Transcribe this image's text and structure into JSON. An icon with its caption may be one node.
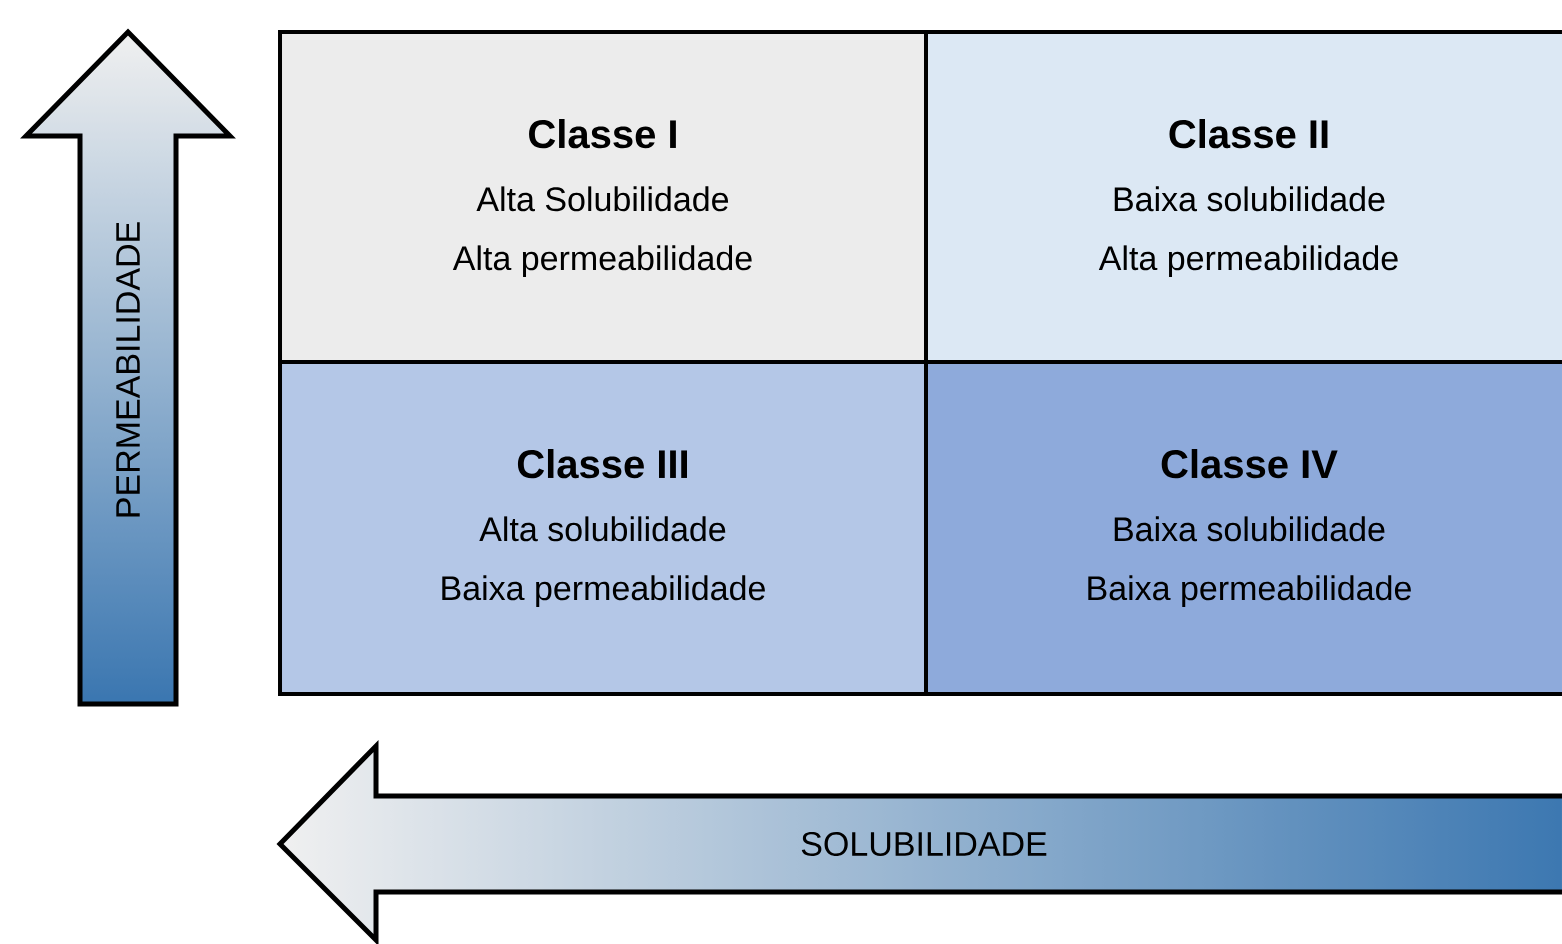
{
  "diagram": {
    "nodes": [
      {
        "text": [
          "Classe I",
          "Alta Solubilidade",
          "Alta permeabilidade"
        ]
      },
      {
        "text": [
          "Classe II",
          "Baixa solubilidade",
          "Alta permeabilidade"
        ]
      },
      {
        "text": [
          "Classe III",
          "Alta solubilidade",
          "Baixa permeabilidade"
        ]
      },
      {
        "text": [
          "Classe IV",
          "Baixa solubilidade",
          "Baixa permeabilidade"
        ]
      }
    ],
    "labels": [
      "PERMEABILIDADE",
      "SOLUBILIDADE"
    ]
  }
}
